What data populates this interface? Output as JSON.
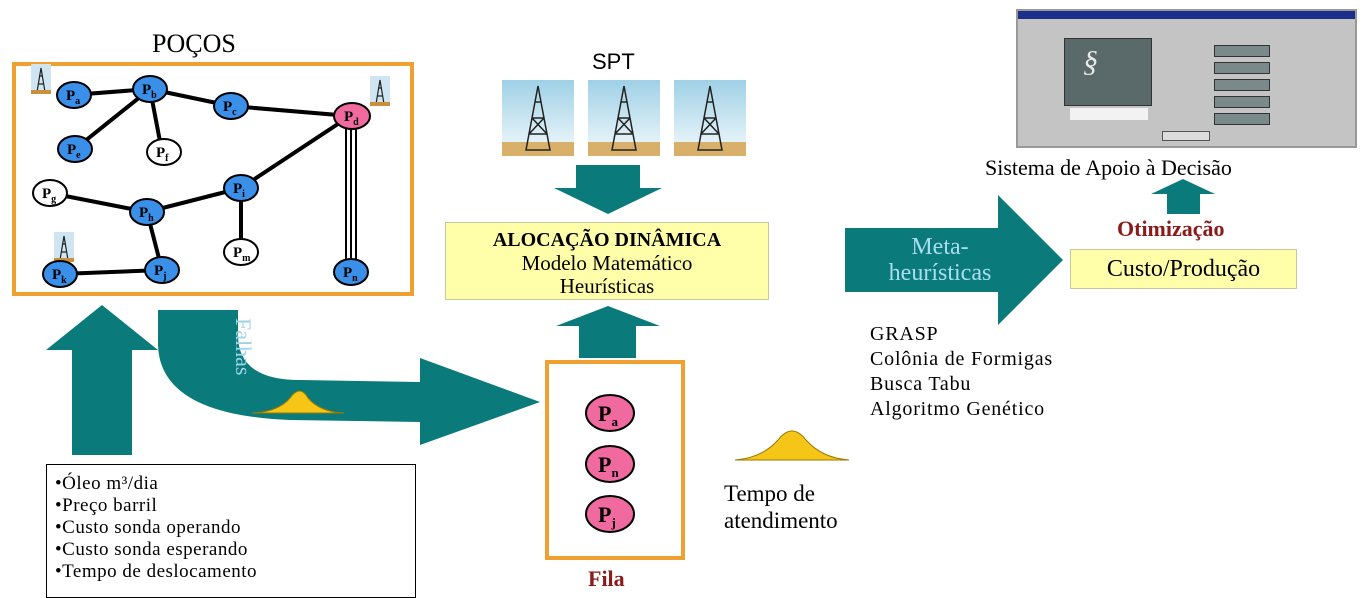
{
  "wells_title": "POÇOS",
  "spt_title": "SPT",
  "wells": [
    {
      "id": "a",
      "label": "P",
      "sub": "a",
      "fill": "#3a8fe8"
    },
    {
      "id": "b",
      "label": "P",
      "sub": "b",
      "fill": "#3a8fe8"
    },
    {
      "id": "c",
      "label": "P",
      "sub": "c",
      "fill": "#3a8fe8"
    },
    {
      "id": "d",
      "label": "P",
      "sub": "d",
      "fill": "#f06aa0"
    },
    {
      "id": "e",
      "label": "P",
      "sub": "e",
      "fill": "#3a8fe8"
    },
    {
      "id": "f",
      "label": "P",
      "sub": "f",
      "fill": "#ffffff"
    },
    {
      "id": "g",
      "label": "P",
      "sub": "g",
      "fill": "#ffffff"
    },
    {
      "id": "h",
      "label": "P",
      "sub": "h",
      "fill": "#3a8fe8"
    },
    {
      "id": "i",
      "label": "P",
      "sub": "i",
      "fill": "#3a8fe8"
    },
    {
      "id": "j",
      "label": "P",
      "sub": "j",
      "fill": "#3a8fe8"
    },
    {
      "id": "k",
      "label": "P",
      "sub": "k",
      "fill": "#3a8fe8"
    },
    {
      "id": "m",
      "label": "P",
      "sub": "m",
      "fill": "#ffffff"
    },
    {
      "id": "n",
      "label": "P",
      "sub": "n",
      "fill": "#3a8fe8"
    }
  ],
  "allocation": {
    "line1": "ALOCAÇÃO DINÂMICA",
    "line2": "Modelo Matemático",
    "line3": "Heurísticas"
  },
  "falhas": "Falhas",
  "queue": {
    "items": [
      {
        "label": "P",
        "sub": "a"
      },
      {
        "label": "P",
        "sub": "n"
      },
      {
        "label": "P",
        "sub": "j"
      }
    ],
    "title": "Fila"
  },
  "service_time": {
    "line1": "Tempo de",
    "line2": "atendimento"
  },
  "meta": {
    "line1": "Meta-",
    "line2": "heurísticas"
  },
  "algorithms": [
    "GRASP",
    "Colônia de Formigas",
    "Busca Tabu",
    "Algoritmo  Genético"
  ],
  "optimization": {
    "title": "Otimização",
    "box": "Custo/Produção"
  },
  "dss_caption": "Sistema de Apoio à Decisão",
  "params": [
    "•Óleo m³/dia",
    "•Preço barril",
    "•Custo sonda operando",
    "•Custo sonda esperando",
    "•Tempo de deslocamento"
  ],
  "colors": {
    "teal": "#0b7a7a",
    "orange": "#f0a030",
    "yellow_box": "#ffffaa",
    "pink_well": "#f06aa0",
    "blue_well": "#3a8fe8",
    "dark_red": "#8b1a1a"
  }
}
